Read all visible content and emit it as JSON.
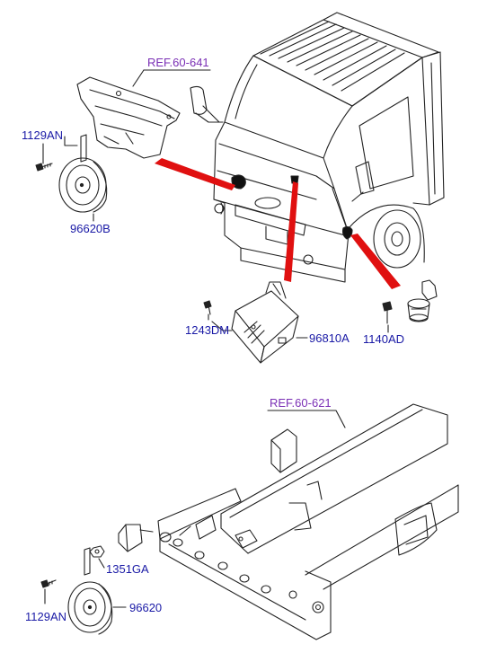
{
  "colors": {
    "part_label": "#1a1aa6",
    "ref_label": "#7a2fb5",
    "line": "#222222",
    "highlight": "#e01010"
  },
  "labels": {
    "ref_top": "REF.60-641",
    "bolt_top": "1129AN",
    "horn_top": "96620B",
    "screw_relay": "1243DM",
    "relay": "96810A",
    "bolt_right": "1140AD",
    "ref_bottom": "REF.60-621",
    "nut": "1351GA",
    "bolt_bottom": "1129AN",
    "horn_bottom": "96620"
  },
  "icons": [
    "horn-icon",
    "bolt-icon",
    "relay-icon",
    "nut-icon",
    "truck-cab-icon",
    "chassis-frame-icon"
  ]
}
